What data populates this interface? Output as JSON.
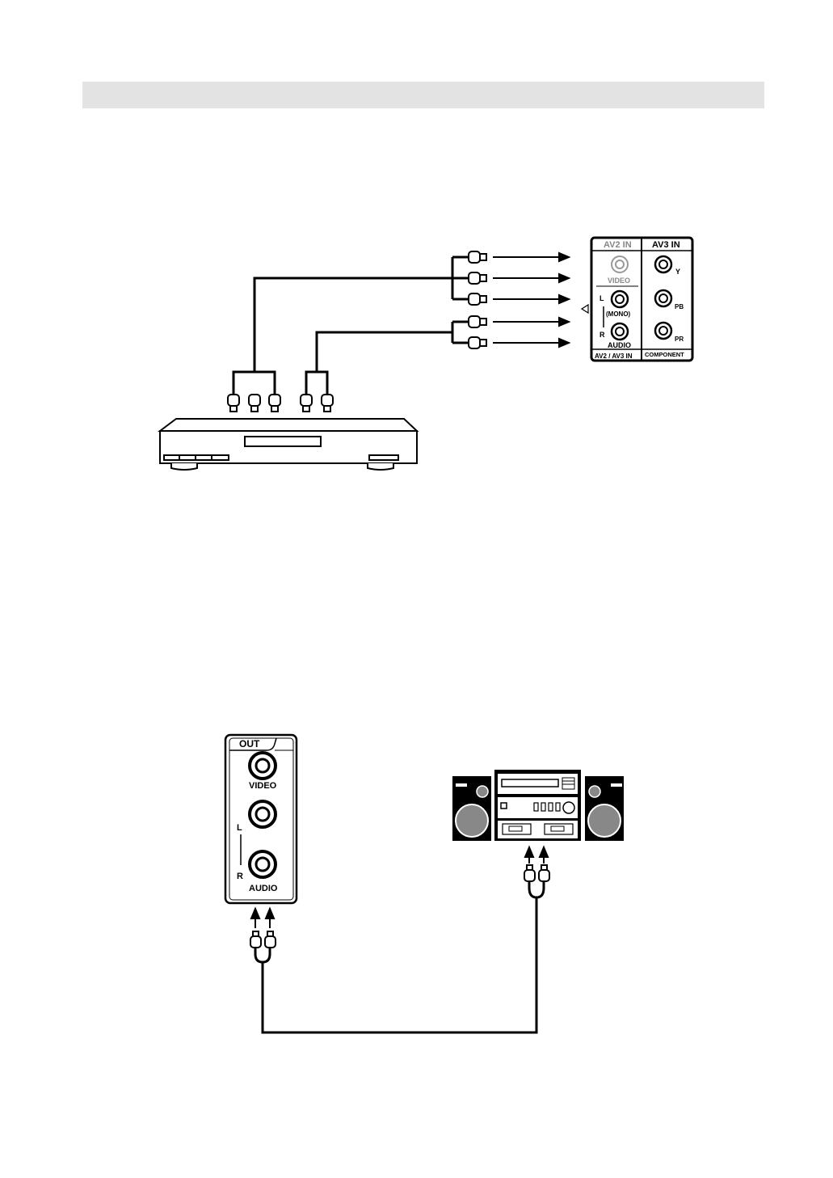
{
  "av_panel": {
    "av2_in": "AV2 IN",
    "av3_in": "AV3 IN",
    "video": "VIDEO",
    "l": "L",
    "mono": "(MONO)",
    "r": "R",
    "audio": "AUDIO",
    "av2_av3_in": "AV2 / AV3 IN",
    "y": "Y",
    "pb": "PB",
    "pr": "PR",
    "component": "COMPONENT"
  },
  "out_panel": {
    "out": "OUT",
    "video": "VIDEO",
    "l": "L",
    "r": "R",
    "audio": "AUDIO"
  }
}
